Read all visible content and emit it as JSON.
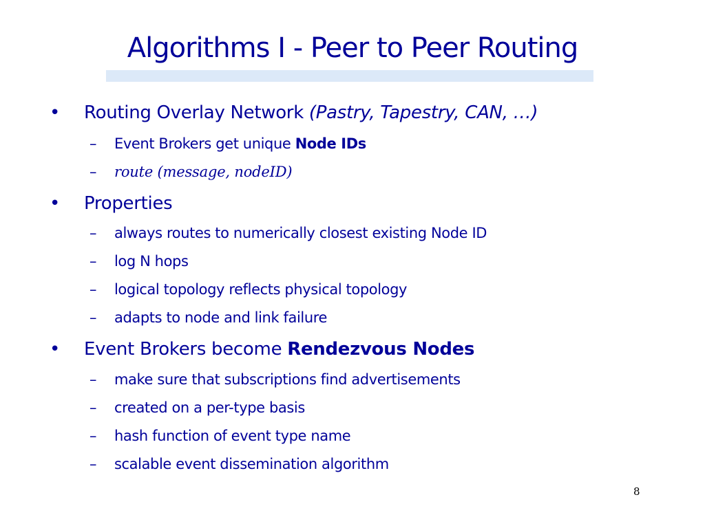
{
  "slide": {
    "title": "Algorithms I - Peer to Peer Routing",
    "page_number": "8"
  },
  "bullets": {
    "b1": {
      "marker": "•",
      "text": "Routing Overlay Network ",
      "italic": "(Pastry, Tapestry, CAN, …)",
      "subs": {
        "s1": {
          "marker": "–",
          "text": "Event Brokers get unique ",
          "bold": "Node IDs"
        },
        "s2": {
          "marker": "–",
          "italic": "route (message, nodeID)"
        }
      }
    },
    "b2": {
      "marker": "•",
      "text": "Properties",
      "subs": {
        "s1": {
          "marker": "–",
          "text": "always routes to numerically closest existing Node ID"
        },
        "s2": {
          "marker": "–",
          "text": "log N hops"
        },
        "s3": {
          "marker": "–",
          "text": "logical topology reflects physical topology"
        },
        "s4": {
          "marker": "–",
          "text": "adapts to node and link failure"
        }
      }
    },
    "b3": {
      "marker": "•",
      "text": "Event Brokers become ",
      "bold": "Rendezvous Nodes",
      "subs": {
        "s1": {
          "marker": "–",
          "text": "make sure that subscriptions find advertisements"
        },
        "s2": {
          "marker": "–",
          "text": "created on a per-type basis"
        },
        "s3": {
          "marker": "–",
          "text": "hash function of event type name"
        },
        "s4": {
          "marker": "–",
          "text": "scalable event dissemination algorithm"
        }
      }
    }
  },
  "colors": {
    "text": "#000099",
    "title_underline": "#dce9f8",
    "background": "#ffffff"
  }
}
